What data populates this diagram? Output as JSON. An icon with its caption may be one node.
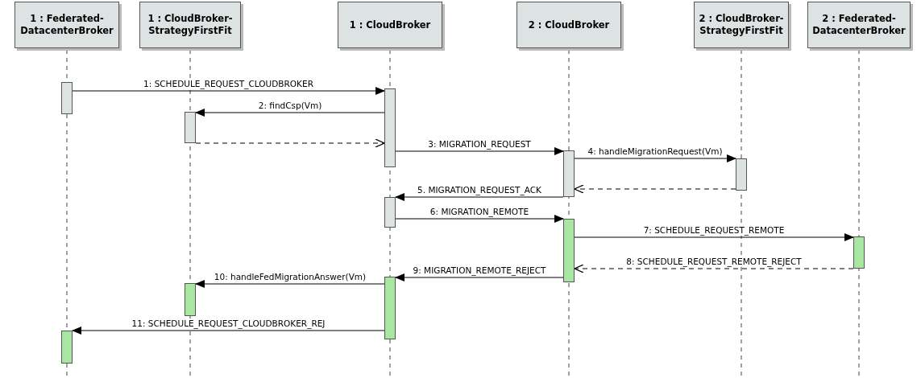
{
  "diagram": {
    "nodes": [
      {
        "text": [
          "1 : Federated- DatacenterBroker"
        ]
      },
      {
        "text": [
          "1 : CloudBroker- StrategyFirstFit"
        ]
      },
      {
        "text": [
          "1 : CloudBroker"
        ]
      },
      {
        "text": [
          "2 : CloudBroker"
        ]
      },
      {
        "text": [
          "2 : CloudBroker- StrategyFirstFit"
        ]
      },
      {
        "text": [
          "2 : Federated- DatacenterBroker"
        ]
      },
      {
        "text": [],
        "shape": "bar"
      },
      {
        "text": [],
        "shape": "bar"
      },
      {
        "text": [],
        "shape": "bar"
      },
      {
        "text": [],
        "shape": "bar"
      },
      {
        "text": [],
        "shape": "bar"
      },
      {
        "text": [],
        "shape": "bar"
      },
      {
        "text": [],
        "shape": "bar"
      },
      {
        "text": [],
        "shape": "bar"
      },
      {
        "text": [],
        "shape": "bar"
      },
      {
        "text": [],
        "shape": "bar"
      },
      {
        "text": [],
        "shape": "bar"
      }
    ],
    "edges": [
      {
        "from": 6,
        "to": 8,
        "arrow": "to",
        "label": "1: SCHEDULE_REQUEST_CLOUDBROKER"
      },
      {
        "from": 8,
        "to": 7,
        "arrow": "to",
        "label": "2: findCsp(Vm)"
      },
      {
        "from": 7,
        "to": 8,
        "arrow": "to",
        "style": "dashed"
      },
      {
        "from": 8,
        "to": 9,
        "arrow": "to",
        "label": "3: MIGRATION_REQUEST"
      },
      {
        "from": 9,
        "to": 10,
        "arrow": "to",
        "label": "4: handleMigrationRequest(Vm)"
      },
      {
        "from": 10,
        "to": 9,
        "arrow": "to",
        "style": "dashed"
      },
      {
        "from": 9,
        "to": 11,
        "arrow": "to",
        "label": "5. MIGRATION_REQUEST_ACK"
      },
      {
        "from": 11,
        "to": 12,
        "arrow": "to",
        "label": "6: MIGRATION_REMOTE"
      },
      {
        "from": 12,
        "to": 13,
        "arrow": "to",
        "label": "7: SCHEDULE_REQUEST_REMOTE"
      },
      {
        "from": 13,
        "to": 12,
        "arrow": "to",
        "style": "dashed",
        "label": "8: SCHEDULE_REQUEST_REMOTE_REJECT"
      },
      {
        "from": 12,
        "to": 14,
        "arrow": "to",
        "label": "9: MIGRATION_REMOTE_REJECT"
      },
      {
        "from": 14,
        "to": 15,
        "arrow": "to",
        "label": "10: handleFedMigrationAnswer(Vm)"
      },
      {
        "from": 14,
        "to": 16,
        "arrow": "to",
        "label": "11: SCHEDULE_REQUEST_CLOUDBROKER_REJ"
      }
    ]
  }
}
